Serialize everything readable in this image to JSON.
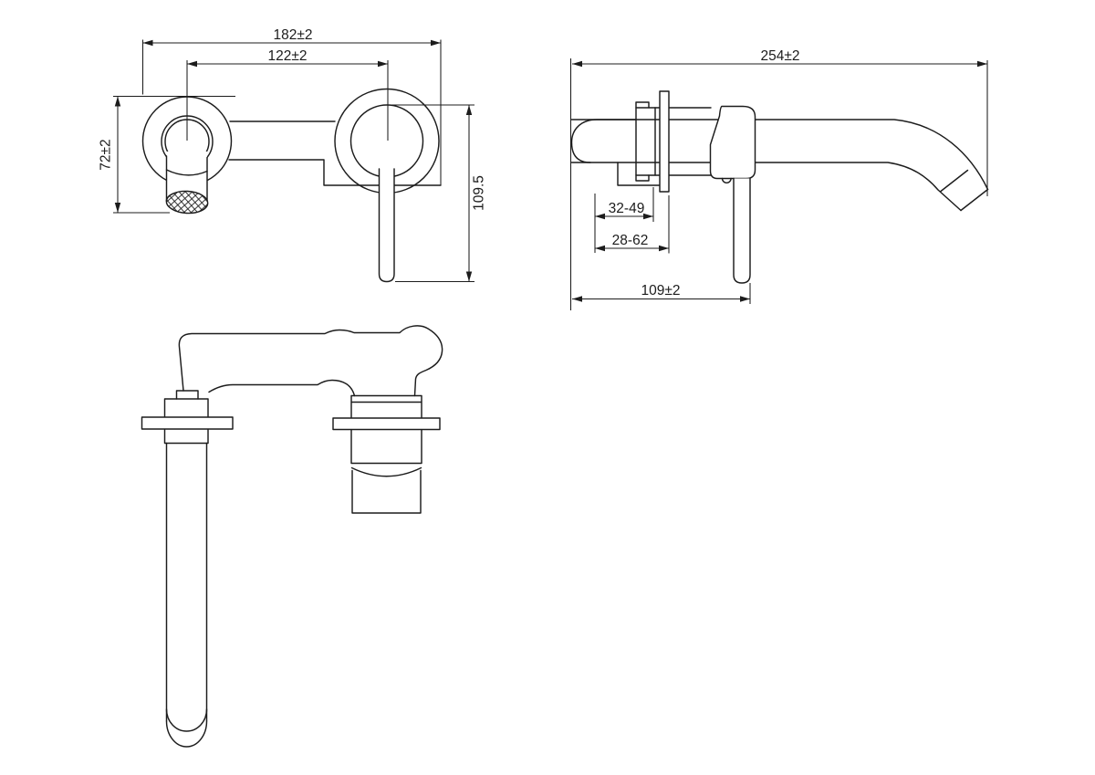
{
  "drawing": {
    "background": "#ffffff",
    "line_color": "#1c1c1c",
    "front_view": {
      "overall_width": "182±2",
      "center_distance": "122±2",
      "spout_drop": "72±2",
      "handle_drop": "109.5"
    },
    "side_view": {
      "overall_length": "254±2",
      "recess_range_1": "32-49",
      "recess_range_2": "28-62",
      "handle_projection": "109±2"
    }
  }
}
